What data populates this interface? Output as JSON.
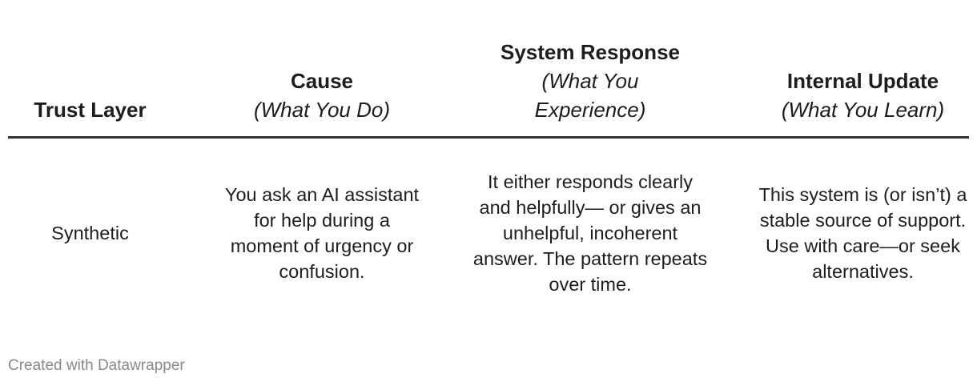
{
  "table": {
    "headers": [
      {
        "title": "Trust Layer",
        "subtitle": ""
      },
      {
        "title": "Cause",
        "subtitle": "(What You Do)"
      },
      {
        "title": "System Response",
        "subtitle": "(What You Experience)"
      },
      {
        "title": "Internal Update",
        "subtitle": "(What You Learn)"
      }
    ],
    "rows": [
      {
        "cells": [
          "Synthetic",
          "You ask an AI assistant for help during a moment of urgency or confusion.",
          "It either responds clearly and helpfully— or gives an unhelpful, incoherent answer. The pattern repeats over time.",
          "This system is (or isn’t) a stable source of support. Use with care—or seek alternatives."
        ]
      }
    ]
  },
  "footer": {
    "credit": "Created with Datawrapper"
  }
}
